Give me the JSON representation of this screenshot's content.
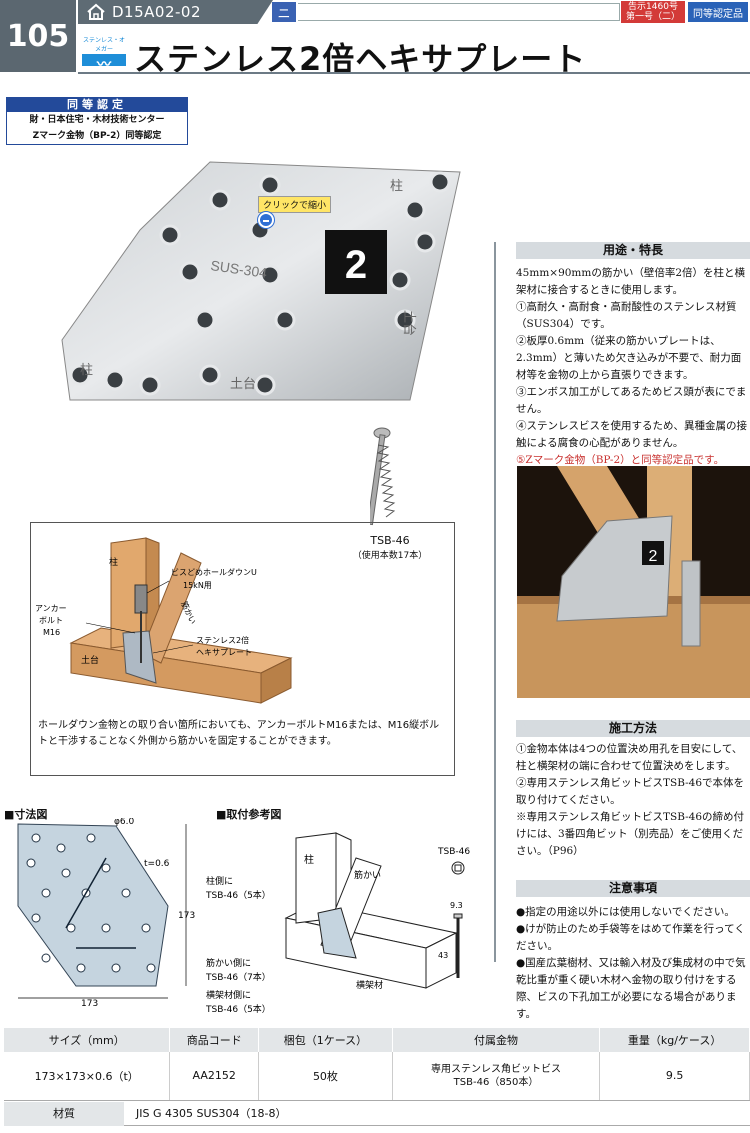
{
  "header": {
    "page_number": "105",
    "code": "D15A02-02",
    "category_mark": "ニ",
    "notice_line1": "告示1460号",
    "notice_line2": "第一号（二）",
    "cert_badge": "同等認定品",
    "title": "ステンレス2倍ヘキサプレート",
    "logo_text": "ステンレス・オメガー"
  },
  "cert_box": {
    "heading": "同等認定",
    "line1": "財・日本住宅・木材技術センター",
    "line2": "Zマーク金物（BP-2）同等認定"
  },
  "product": {
    "tooltip": "クリックで縮小",
    "plate_mark": "2",
    "plate_text": "SUS-304",
    "label_left": "柱",
    "label_bottom": "土台",
    "label_top": "柱",
    "label_right": "土台",
    "screw_name": "TSB-46",
    "screw_note": "（使用本数17本）"
  },
  "uses": {
    "heading": "用途・特長",
    "intro": "45mm×90mmの筋かい（壁倍率2倍）を柱と横架材に接合するときに使用します。",
    "items": [
      "①高耐久・高耐食・高耐酸性のステンレス材質（SUS304）です。",
      "②板厚0.6mm（従来の筋かいプレートは、2.3mm）と薄いため欠き込みが不要で、耐力面材等を金物の上から直張りできます。",
      "③エンボス加工がしてあるためビス頭が表にでません。",
      "④ステンレスビスを使用するため、異種金属の接触による腐食の心配がありません。"
    ],
    "red_item": "⑤Zマーク金物（BP-2）と同等認定品です。"
  },
  "install": {
    "heading": "施工方法",
    "items": [
      "①金物本体は4つの位置決め用孔を目安にして、柱と横架材の端に合わせて位置決めをします。",
      "②専用ステンレス角ビットビスTSB-46で本体を取り付けてください。",
      "※専用ステンレス角ビットビスTSB-46の締め付けには、3番四角ビット（別売品）をご使用ください。（P96）"
    ]
  },
  "caution": {
    "heading": "注意事項",
    "items": [
      "●指定の用途以外には使用しないでください。",
      "●けが防止のため手袋等をはめて作業を行ってください。",
      "●国産広葉樹材、又は輸入材及び集成材の中で気乾比重が重く硬い木材へ金物の取り付けをする際、ビスの下孔加工が必要になる場合があります。"
    ]
  },
  "diagram": {
    "label_pillar": "柱",
    "label_holdown": "ビスどめホールダウンU",
    "label_holdown2": "15kN用",
    "label_anchor1": "アンカー",
    "label_anchor2": "ボルト",
    "label_anchor3": "M16",
    "label_brace": "筋かい",
    "label_plate1": "ステンレス2倍",
    "label_plate2": "ヘキサプレート",
    "label_base": "土台",
    "note": "ホールダウン金物との取り合い箇所においても、アンカーボルトM16または、M16縦ボルトと干渉することなく外側から筋かいを固定することができます。"
  },
  "dimension": {
    "heading": "■寸法図",
    "hole": "φ6.0",
    "thickness": "t=0.6",
    "width": "173",
    "height": "173"
  },
  "reference": {
    "heading": "■取付参考図",
    "pillar": "柱",
    "brace": "筋かい",
    "beam": "横架材",
    "pillar_side1": "柱側に",
    "pillar_side2": "TSB-46（5本）",
    "brace_side1": "筋かい側に",
    "brace_side2": "TSB-46（7本）",
    "beam_side1": "横架材側に",
    "beam_side2": "TSB-46（5本）",
    "screw": "TSB-46",
    "screw_head": "9.3",
    "screw_len": "43"
  },
  "table": {
    "headers": [
      "サイズ（mm）",
      "商品コード",
      "梱包（1ケース）",
      "付属金物",
      "重量（kg/ケース）"
    ],
    "row": [
      "173×173×0.6（t）",
      "AA2152",
      "50枚",
      "専用ステンレス角ビットビス",
      "9.5"
    ],
    "acc_line2": "TSB-46（850本）",
    "material_label": "材質",
    "material_value": "JIS G 4305  SUS304（18-8）"
  }
}
